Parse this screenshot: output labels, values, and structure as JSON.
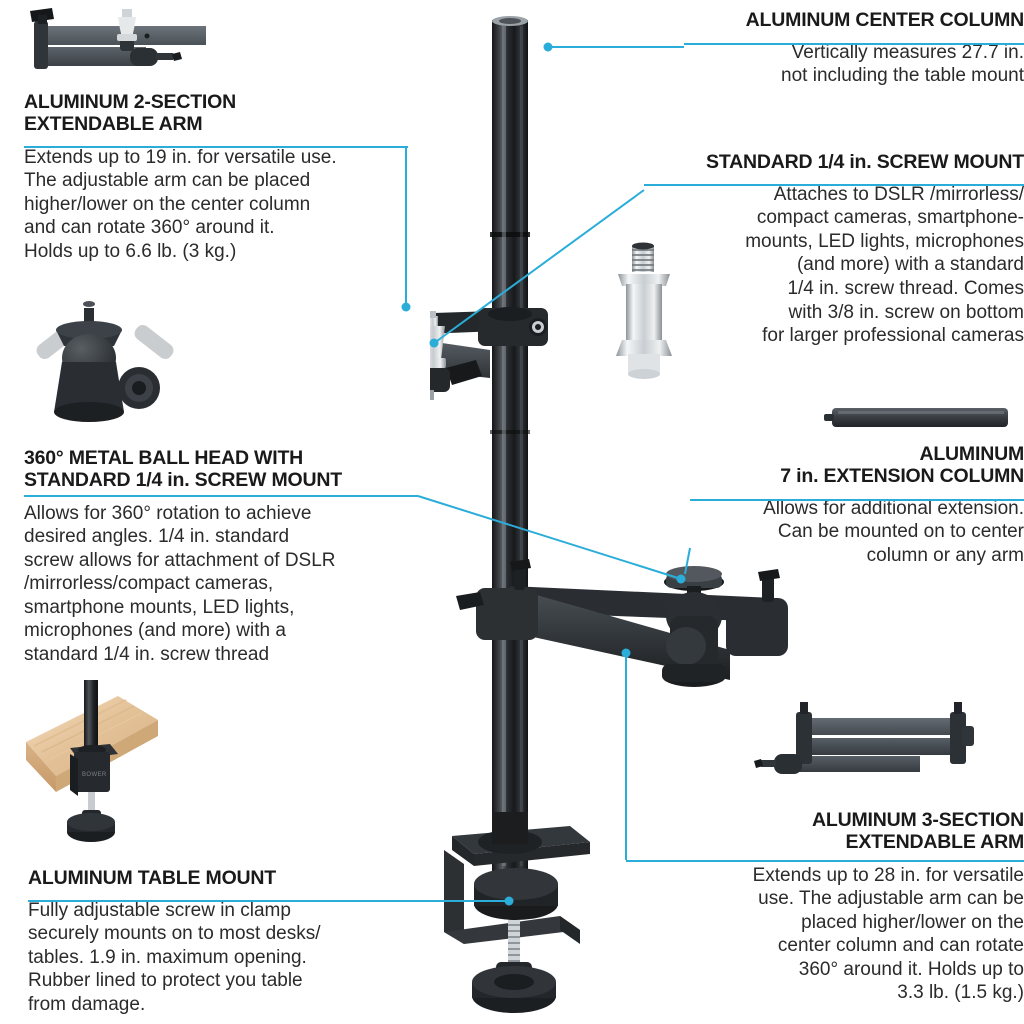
{
  "accent_color": "#2badd9",
  "text_color": "#231f20",
  "brand_mark": "BOWER",
  "callouts": [
    {
      "id": "aluminum-center-column",
      "title": "ALUMINUM CENTER COLUMN",
      "body": "Vertically measures 27.7 in.\nnot including the table mount",
      "align": "right"
    },
    {
      "id": "aluminum-2-section-extendable-arm",
      "title": "ALUMINUM 2-SECTION\nEXTENDABLE ARM",
      "body": "Extends up to 19 in. for versatile use.\nThe adjustable arm can be placed\nhigher/lower on the center column\nand can rotate 360° around it.\nHolds up to 6.6 lb. (3 kg.)",
      "align": "left"
    },
    {
      "id": "standard-quarter-inch-screw-mount",
      "title": "STANDARD 1/4 in. SCREW MOUNT",
      "body": "Attaches to DSLR /mirrorless/\ncompact cameras, smartphone-\nmounts, LED lights, microphones\n(and more) with a standard\n1/4 in. screw thread. Comes\nwith 3/8 in. screw on bottom\nfor larger professional cameras",
      "align": "right"
    },
    {
      "id": "metal-ball-head",
      "title": "360° METAL BALL HEAD WITH\nSTANDARD 1/4 in. SCREW MOUNT",
      "body": "Allows for 360° rotation to achieve\ndesired angles. 1/4 in. standard\nscrew allows for attachment of DSLR\n/mirrorless/compact cameras,\nsmartphone mounts, LED lights,\nmicrophones (and more) with a\nstandard 1/4 in. screw thread",
      "align": "left"
    },
    {
      "id": "aluminum-7in-extension-column",
      "title": "ALUMINUM\n7 in. EXTENSION COLUMN",
      "body": "Allows for additional extension.\nCan be mounted on to center\ncolumn or any arm",
      "align": "right"
    },
    {
      "id": "aluminum-table-mount",
      "title": "ALUMINUM TABLE MOUNT",
      "body": "Fully adjustable screw in clamp\nsecurely mounts on to most desks/\ntables. 1.9 in. maximum opening.\nRubber lined to protect you table\nfrom damage.",
      "align": "left"
    },
    {
      "id": "aluminum-3-section-extendable-arm",
      "title": "ALUMINUM 3-SECTION\nEXTENDABLE ARM",
      "body": "Extends up to 28 in. for versatile\nuse. The adjustable arm can be\nplaced higher/lower on the\ncenter column and can rotate\n360° around it. Holds up to\n3.3 lb. (1.5 kg.)",
      "align": "right"
    }
  ],
  "product_images": [
    {
      "id": "two-section-arm-thumb",
      "name": "aluminum-2-section-extendable-arm-image"
    },
    {
      "id": "ball-head-thumb",
      "name": "360-metal-ball-head-image"
    },
    {
      "id": "table-mount-thumb",
      "name": "aluminum-table-mount-on-desk-image"
    },
    {
      "id": "screw-mount-thumb",
      "name": "quarter-inch-screw-mount-image"
    },
    {
      "id": "extension-column-thumb",
      "name": "aluminum-7in-extension-column-image"
    },
    {
      "id": "three-section-arm-thumb",
      "name": "aluminum-3-section-extendable-arm-image"
    },
    {
      "id": "main-stand",
      "name": "assembled-desk-mount-stand-image"
    }
  ]
}
